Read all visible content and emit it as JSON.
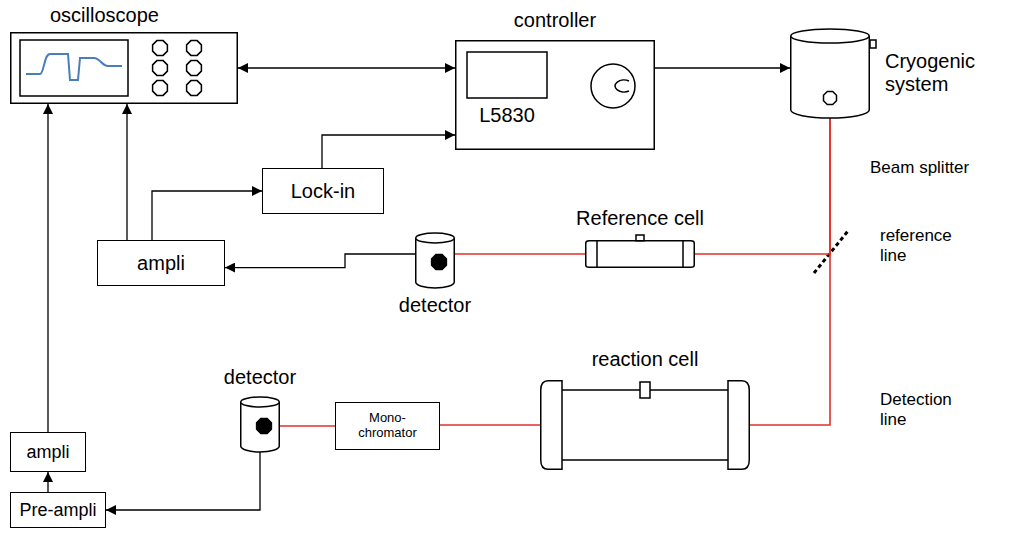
{
  "diagram": {
    "nodes": [
      {
        "text": [
          "oscilloscope"
        ]
      },
      {
        "text": [
          "controller",
          "L5830"
        ]
      },
      {
        "text": [
          "Cryogenic system"
        ]
      },
      {
        "text": [
          "Lock-in"
        ]
      },
      {
        "text": [
          "ampli"
        ]
      },
      {
        "text": [
          "Reference cell"
        ]
      },
      {
        "text": [
          "detector"
        ]
      },
      {
        "text": [
          "reaction cell"
        ]
      },
      {
        "text": [
          "detector"
        ]
      },
      {
        "text": [
          "Mono- chromator"
        ]
      },
      {
        "text": [
          "ampli"
        ]
      },
      {
        "text": [
          "Pre-ampli"
        ]
      }
    ],
    "edges": [
      {
        "from": 0,
        "to": 1,
        "arrow": "both"
      },
      {
        "from": 1,
        "to": 2,
        "arrow": "to"
      },
      {
        "from": 6,
        "to": 4,
        "arrow": "to"
      },
      {
        "from": 4,
        "to": 0,
        "arrow": "to"
      },
      {
        "from": 4,
        "to": 3,
        "arrow": "to"
      },
      {
        "from": 3,
        "to": 1,
        "arrow": "to"
      },
      {
        "from": 11,
        "to": 10,
        "arrow": "to"
      },
      {
        "from": 10,
        "to": 0,
        "arrow": "to"
      },
      {
        "from": 8,
        "to": 11,
        "arrow": "to"
      },
      {
        "from": 2,
        "to": 5,
        "arrow": "none"
      },
      {
        "from": 2,
        "to": 7,
        "arrow": "none"
      },
      {
        "from": 5,
        "to": 6,
        "arrow": "none"
      },
      {
        "from": 7,
        "to": 9,
        "arrow": "none"
      },
      {
        "from": 9,
        "to": 8,
        "arrow": "none"
      }
    ],
    "labels": [
      "Beam splitter",
      "reference line",
      "Detection line"
    ]
  }
}
